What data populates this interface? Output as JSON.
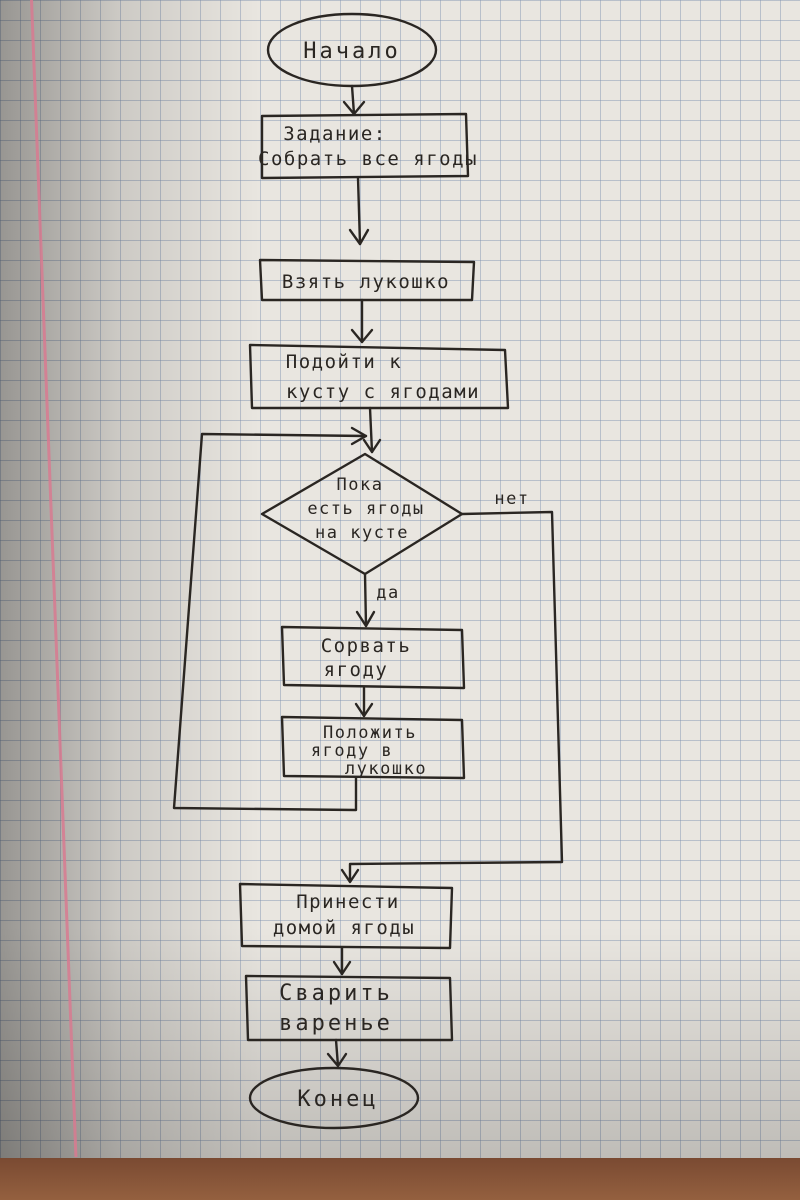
{
  "start": "Начало",
  "task": {
    "line1": "Задание:",
    "line2": "Собрать все ягоды"
  },
  "take_basket": "Взять лукошко",
  "approach_bush": {
    "line1": "Подойти к",
    "line2": "кусту с ягодами"
  },
  "loop_condition": {
    "line1": "Пока",
    "line2": "есть ягоды",
    "line3": "на кусте"
  },
  "label_no": "нет",
  "label_yes": "да",
  "pick_berry": {
    "line1": "Сорвать",
    "line2": "ягоду"
  },
  "put_berry": {
    "line1": "Положить",
    "line2": "ягоду в",
    "line3": "лукошко"
  },
  "bring_home": {
    "line1": "Принести",
    "line2": "домой ягоды"
  },
  "cook_jam": {
    "line1": "Сварить",
    "line2": "варенье"
  },
  "end": "Конец",
  "colors": {
    "ink": "#2a2622",
    "paper": "#e9e6e0",
    "grid": "#7d91af",
    "margin": "#d87a90"
  }
}
